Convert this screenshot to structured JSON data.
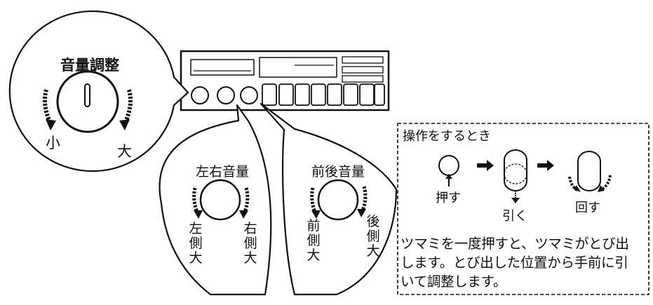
{
  "volume_bubble": {
    "title": "音量調整",
    "low_label": "小",
    "high_label": "大"
  },
  "balance_bubble": {
    "title": "左右音量",
    "left_label": "左側大",
    "right_label": "右側大"
  },
  "fader_bubble": {
    "title": "前後音量",
    "front_label": "前側大",
    "rear_label": "後側大"
  },
  "operation_box": {
    "heading": "操作をするとき",
    "step_push": "押す",
    "step_pull": "引く",
    "step_turn": "回す",
    "description_line1": "ツマミを一度押すと、ツマミがとび出",
    "description_line2": "します。とび出した位置から手前に引",
    "description_line3": "いて調整します。"
  }
}
